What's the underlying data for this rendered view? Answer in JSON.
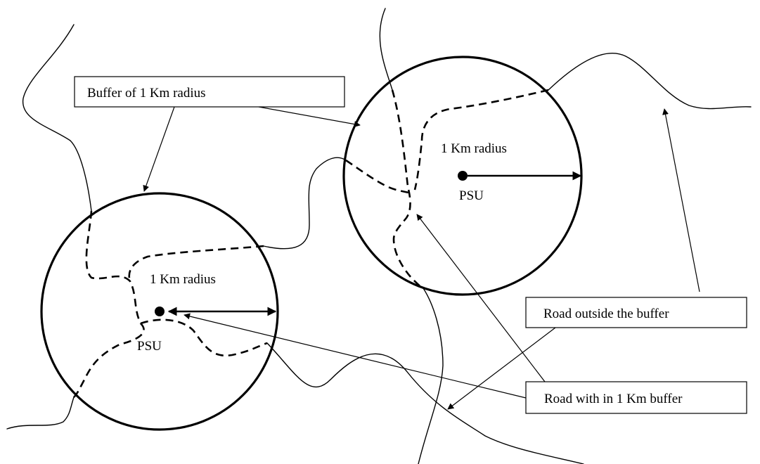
{
  "labels": {
    "buffer_label": "Buffer of 1 Km radius",
    "radius_left": "1 Km radius",
    "radius_right": "1 Km radius",
    "psu_left": "PSU",
    "psu_right": "PSU",
    "road_outside": "Road outside the buffer",
    "road_within": "Road with in 1 Km buffer"
  }
}
